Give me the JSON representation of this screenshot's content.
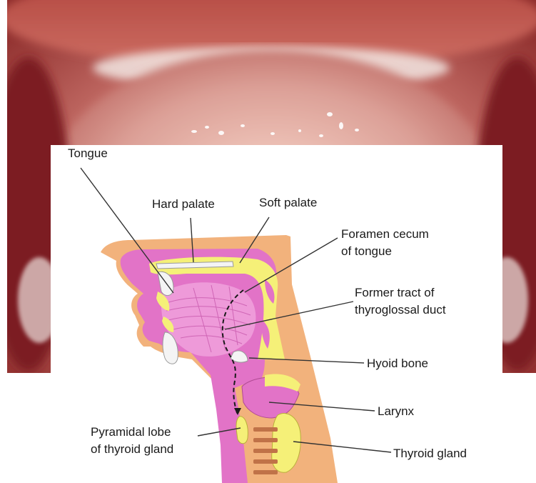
{
  "colors": {
    "skin_tan": "#f2b27c",
    "tissue_pink": "#e273c7",
    "pink_light": "#f1a7df",
    "tract_yellow": "#f5f078",
    "bone_white": "#f4f4f4",
    "photo_red": "#b23a3a"
  },
  "labels": {
    "tongue": "Tongue",
    "hard_palate": "Hard palate",
    "soft_palate": "Soft palate",
    "foramen_cecum_line1": "Foramen cecum",
    "foramen_cecum_line2": "of tongue",
    "former_tract_line1": "Former tract of",
    "former_tract_line2": "thyroglossal duct",
    "hyoid_bone": "Hyoid bone",
    "larynx": "Larynx",
    "pyramidal_lobe_line1": "Pyramidal lobe",
    "pyramidal_lobe_line2": "of thyroid gland",
    "thyroid_gland": "Thyroid gland"
  }
}
